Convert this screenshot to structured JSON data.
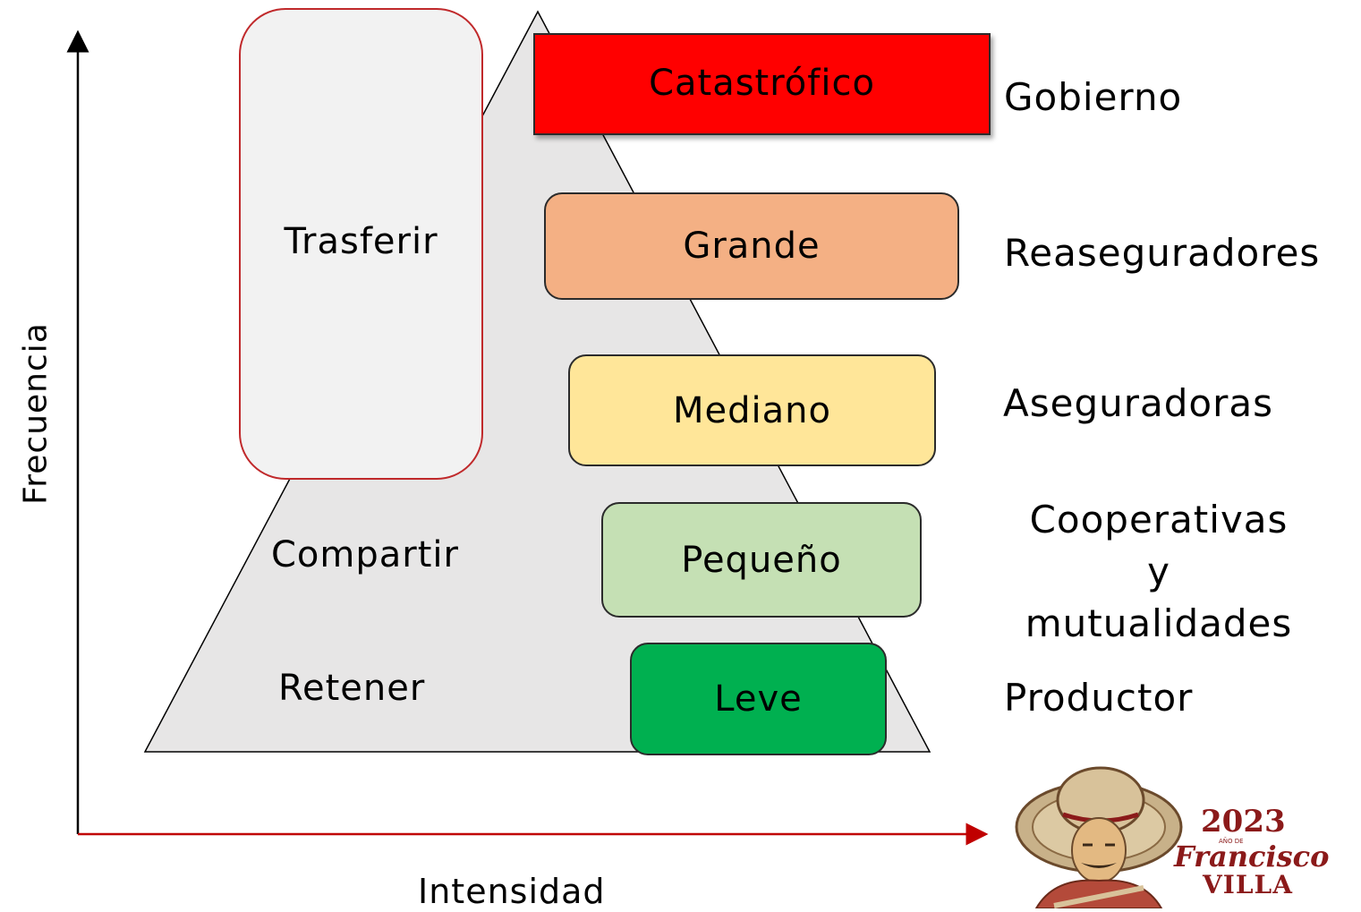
{
  "axes": {
    "y_label": "Frecuencia",
    "x_label": "Intensidad"
  },
  "strategies": {
    "transfer": "Trasferir",
    "share": "Compartir",
    "retain": "Retener"
  },
  "levels": [
    {
      "label": "Catastrófico",
      "color": "#ff0000"
    },
    {
      "label": "Grande",
      "color": "#f4b084"
    },
    {
      "label": "Mediano",
      "color": "#ffe699"
    },
    {
      "label": "Pequeño",
      "color": "#c5e0b4"
    },
    {
      "label": "Leve",
      "color": "#00b050"
    }
  ],
  "responsible": {
    "gobierno": "Gobierno",
    "reaseguradores": "Reaseguradores",
    "aseguradoras": "Aseguradoras",
    "cooperativas_line1": "Cooperativas",
    "cooperativas_line2": "y",
    "cooperativas_line3": "mutualidades",
    "productor": "Productor"
  },
  "logo": {
    "year": "2023",
    "small_text": "AÑO DE",
    "name_line1": "Francisco",
    "name_line2": "VILLA"
  },
  "colors": {
    "triangle_fill": "#e7e6e6",
    "x_axis": "#c00000",
    "trasferir_border": "#c0292b"
  }
}
